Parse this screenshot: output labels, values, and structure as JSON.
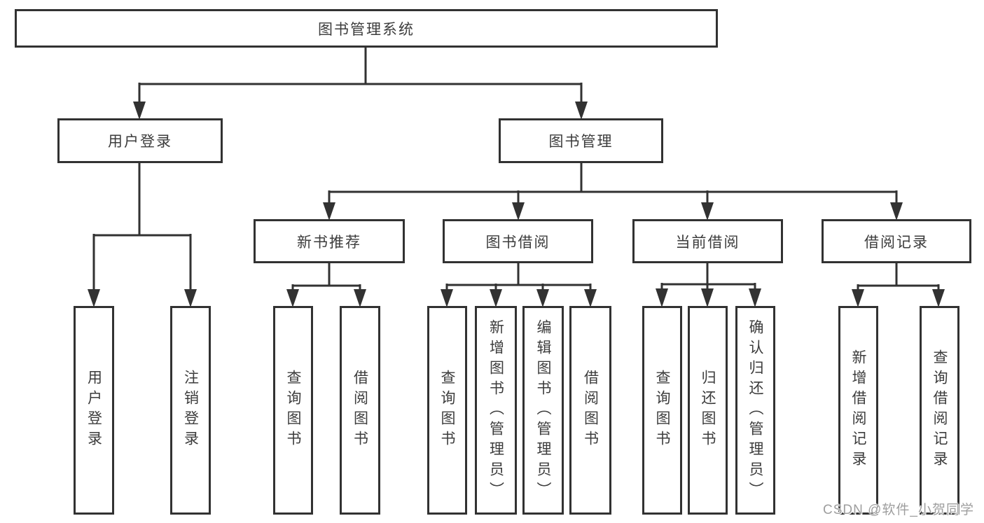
{
  "tree": {
    "root": {
      "label": "图书管理系统",
      "children": [
        {
          "label": "用户登录",
          "children": [
            {
              "label": "用户登录"
            },
            {
              "label": "注销登录"
            }
          ]
        },
        {
          "label": "图书管理",
          "children": [
            {
              "label": "新书推荐",
              "children": [
                {
                  "label": "查询图书"
                },
                {
                  "label": "借阅图书"
                }
              ]
            },
            {
              "label": "图书借阅",
              "children": [
                {
                  "label": "查询图书"
                },
                {
                  "label": "新增图书（管理员）"
                },
                {
                  "label": "编辑图书（管理员）"
                },
                {
                  "label": "借阅图书"
                }
              ]
            },
            {
              "label": "当前借阅",
              "children": [
                {
                  "label": "查询图书"
                },
                {
                  "label": "归还图书"
                },
                {
                  "label": "确认归还（管理员）"
                }
              ]
            },
            {
              "label": "借阅记录",
              "children": [
                {
                  "label": "新增借阅记录"
                },
                {
                  "label": "查询借阅记录"
                }
              ]
            }
          ]
        }
      ]
    }
  },
  "watermark": {
    "text": "CSDN @软件_小贺同学"
  },
  "colors": {
    "line": "#323232",
    "text": "#3c3c3c",
    "background": "#ffffff",
    "watermark": "#9e9e9e"
  }
}
